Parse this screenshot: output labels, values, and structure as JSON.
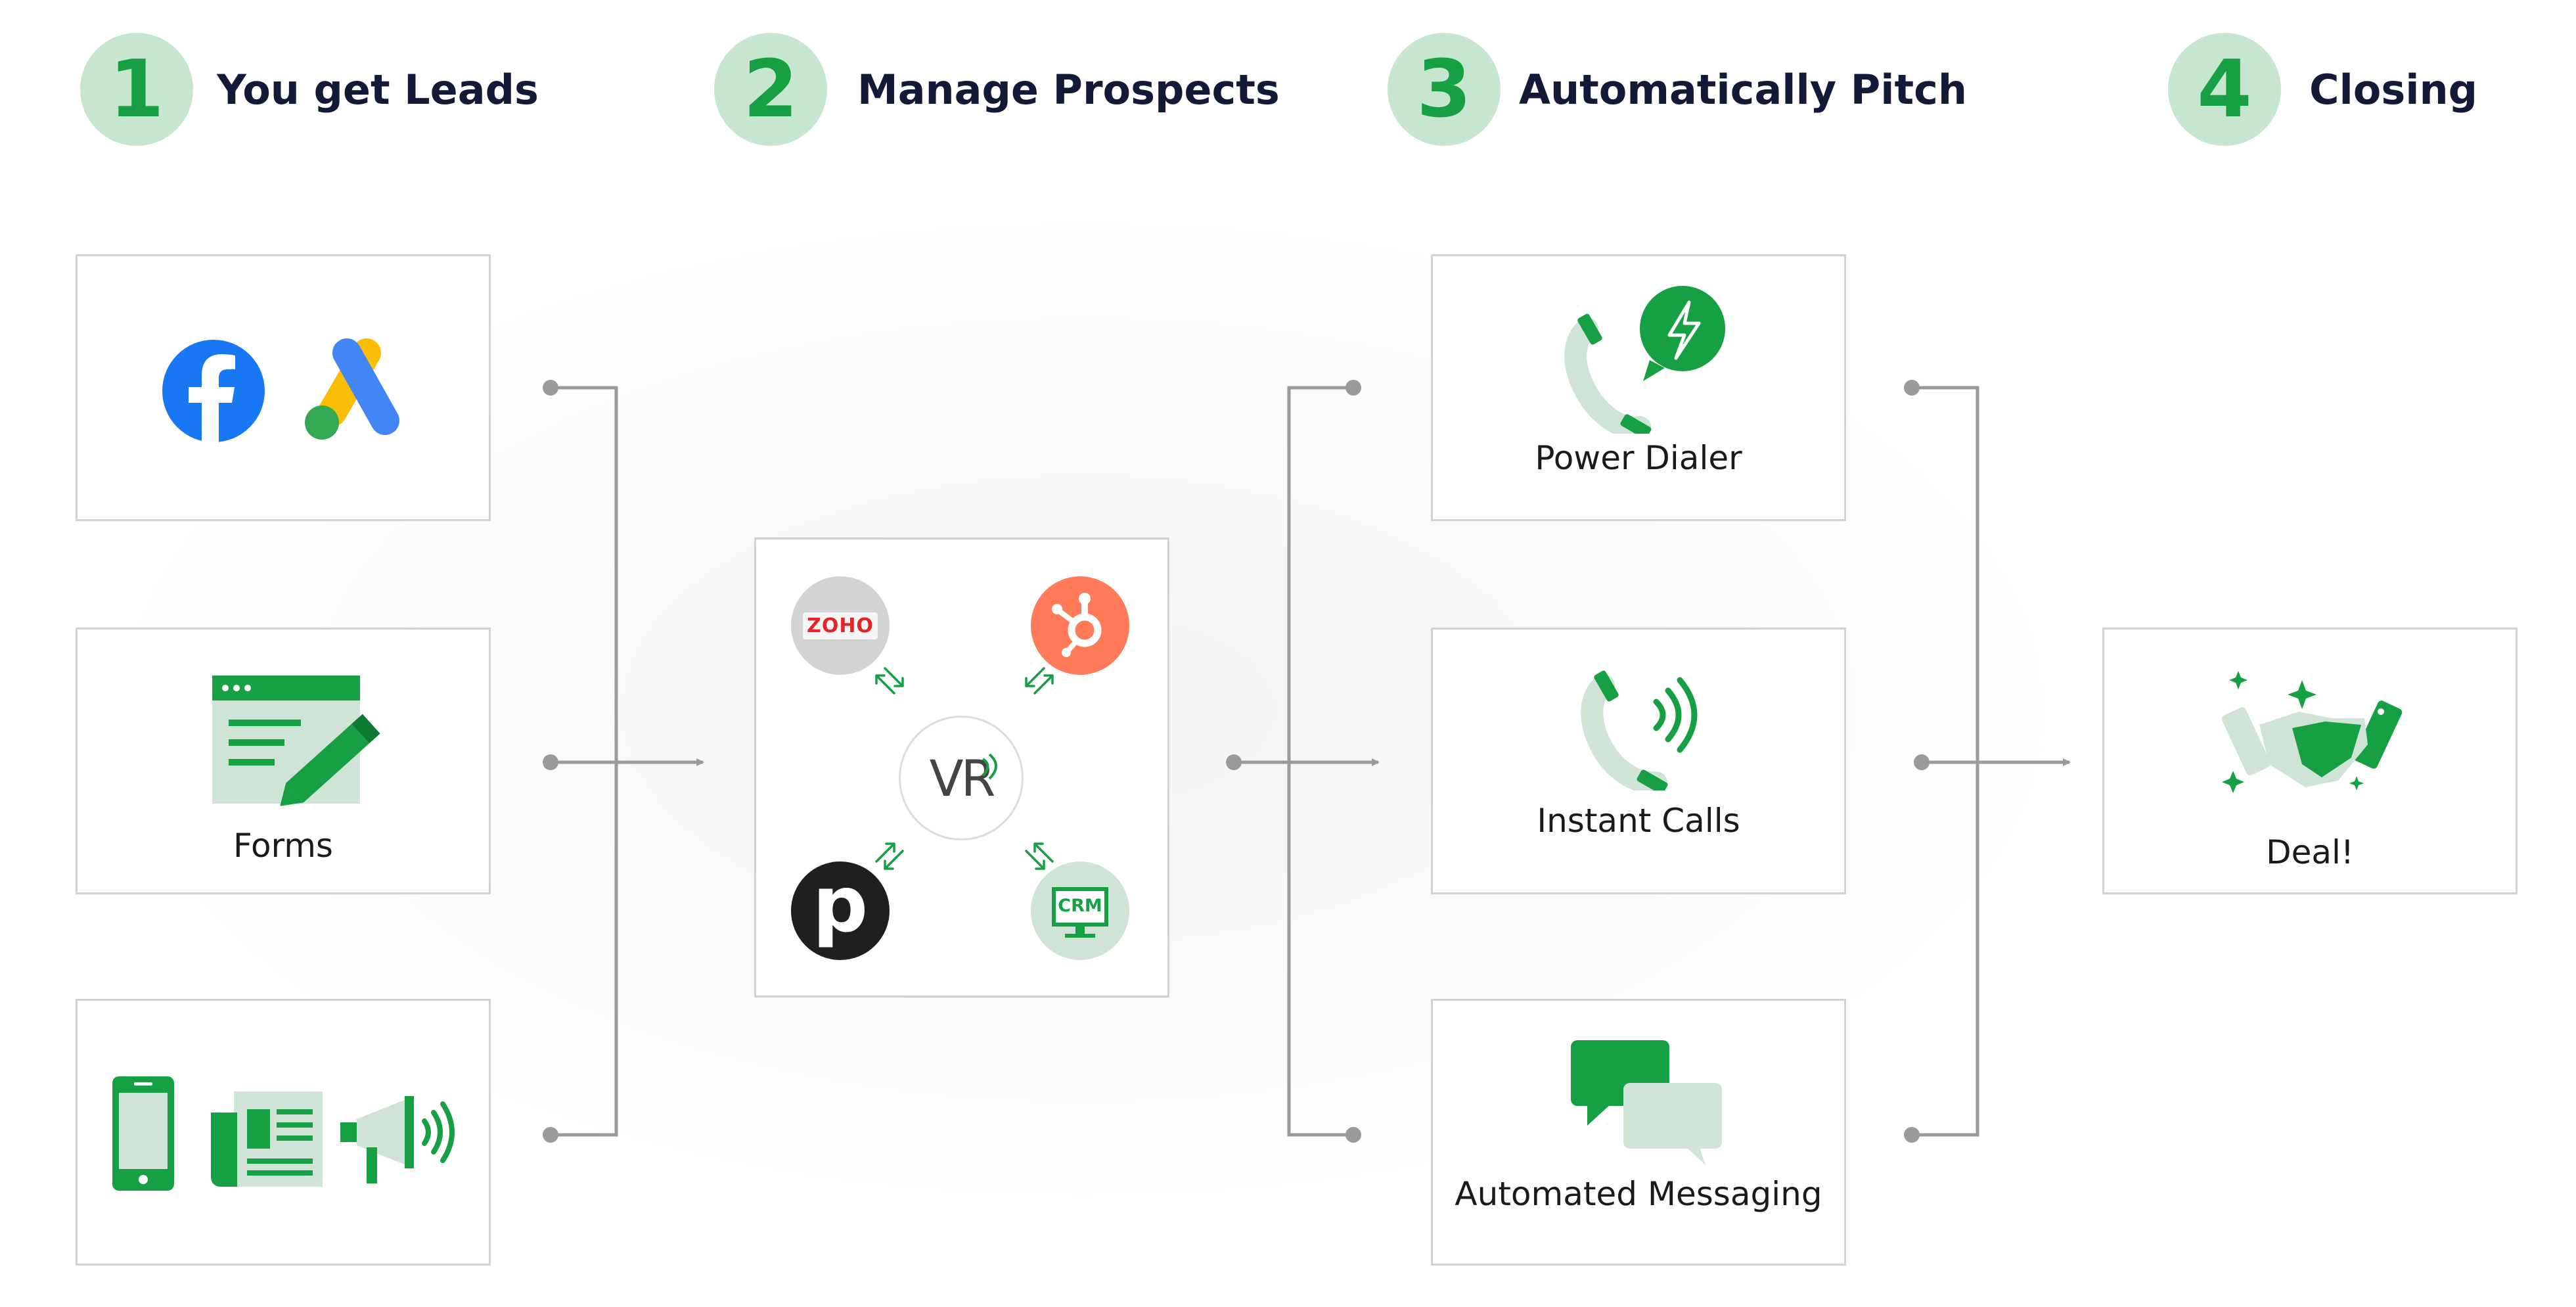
{
  "steps": [
    {
      "number": "1",
      "label": "You get Leads"
    },
    {
      "number": "2",
      "label": "Manage Prospects"
    },
    {
      "number": "3",
      "label": "Automatically Pitch"
    },
    {
      "number": "4",
      "label": "Closing"
    }
  ],
  "leads": {
    "ads_card": {
      "icons": [
        "facebook-icon",
        "google-ads-icon"
      ]
    },
    "forms_card": {
      "label": "Forms",
      "icon": "form-edit-icon"
    },
    "media_card": {
      "icons": [
        "mobile-phone-icon",
        "newspaper-icon",
        "megaphone-icon"
      ]
    }
  },
  "prospects": {
    "center_logo": "VR",
    "integrations": [
      {
        "name": "zoho-logo",
        "text": "ZOHO"
      },
      {
        "name": "hubspot-logo",
        "text": ""
      },
      {
        "name": "pipedrive-logo",
        "text": "p"
      },
      {
        "name": "crm-icon",
        "text": "CRM"
      }
    ]
  },
  "pitch": {
    "power_dialer": {
      "label": "Power Dialer"
    },
    "instant_calls": {
      "label": "Instant Calls"
    },
    "automated_messaging": {
      "label": "Automated Messaging"
    }
  },
  "closing": {
    "deal_label": "Deal!"
  },
  "colors": {
    "green": "#16a043",
    "light_green": "#c6e6cf",
    "pale_green": "#cfe3d6",
    "navy": "#131a38",
    "connector": "#9a9a9a"
  }
}
